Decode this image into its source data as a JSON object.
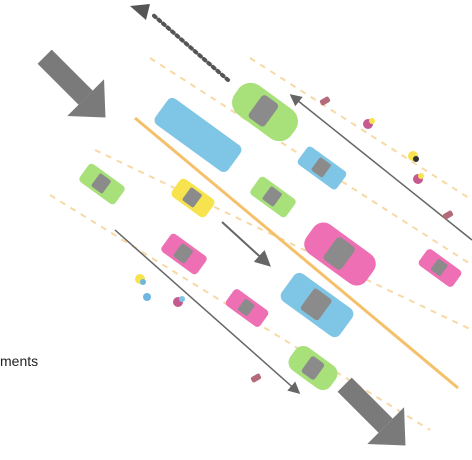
{
  "caption": "ments",
  "colors": {
    "background": "#ffffff",
    "arrow_gray": "#7a7a7a",
    "center_line": "#f5c06a",
    "lane_dash": "#f7d9a6",
    "flow_line": "#666666",
    "car_green": "#a8e07a",
    "car_blue": "#7fc6e6",
    "car_pink": "#ee6fb3",
    "car_yellow": "#f7e34e",
    "window_gray": "#8b8b8b"
  },
  "vehicles": [
    {
      "kind": "bus",
      "color": "blue"
    },
    {
      "kind": "car",
      "color": "green"
    },
    {
      "kind": "car",
      "color": "blue"
    },
    {
      "kind": "car",
      "color": "green"
    },
    {
      "kind": "car",
      "color": "yellow"
    },
    {
      "kind": "car",
      "color": "green"
    },
    {
      "kind": "car",
      "color": "pink"
    },
    {
      "kind": "car",
      "color": "pink"
    },
    {
      "kind": "car",
      "color": "blue"
    },
    {
      "kind": "car",
      "color": "pink"
    },
    {
      "kind": "car",
      "color": "pink"
    },
    {
      "kind": "car",
      "color": "green"
    }
  ],
  "icons": [
    "large-arrow-icon",
    "large-arrow-icon",
    "dotted-arrow-icon",
    "flow-arrow-icon",
    "bicycle-icon"
  ]
}
